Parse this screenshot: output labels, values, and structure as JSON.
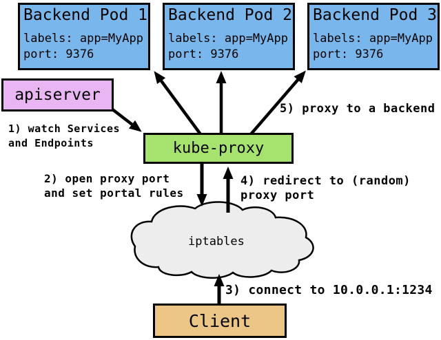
{
  "colors": {
    "background": "#ffffff",
    "border": "#000000",
    "pod-fill": "#79b6ec",
    "apiserver-fill": "#e9b5f2",
    "kube-proxy-fill": "#a6e36e",
    "client-fill": "#ecc687",
    "cloud-fill": "#ededed"
  },
  "pods": [
    {
      "title": "Backend Pod 1",
      "labels": "labels: app=MyApp",
      "port": "port: 9376"
    },
    {
      "title": "Backend Pod 2",
      "labels": "labels: app=MyApp",
      "port": "port: 9376"
    },
    {
      "title": "Backend Pod 3",
      "labels": "labels: app=MyApp",
      "port": "port: 9376"
    }
  ],
  "apiserver": {
    "label": "apiserver"
  },
  "kube_proxy": {
    "label": "kube-proxy"
  },
  "iptables": {
    "label": "iptables"
  },
  "client": {
    "label": "Client"
  },
  "steps": {
    "step1": "1) watch Services\nand Endpoints",
    "step2": "2) open proxy port\nand set portal rules",
    "step3": "3) connect to 10.0.0.1:1234",
    "step4": "4) redirect to (random)\nproxy port",
    "step5": "5) proxy to a backend"
  }
}
